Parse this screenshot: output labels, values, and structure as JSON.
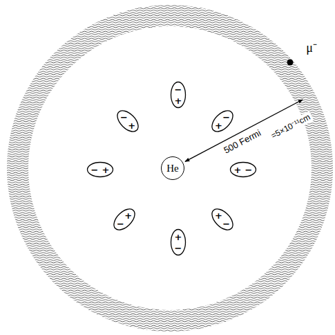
{
  "diagram": {
    "nodes": [
      {
        "text": [
          "−",
          "+"
        ]
      },
      {
        "text": [
          "−",
          "+"
        ]
      },
      {
        "text": [
          "−",
          "+"
        ]
      },
      {
        "text": [
          "−",
          "+"
        ]
      },
      {
        "text": [
          "He"
        ]
      },
      {
        "text": [
          "+",
          "−"
        ]
      },
      {
        "text": [
          "+",
          "−"
        ]
      },
      {
        "text": [
          "+",
          "−"
        ]
      },
      {
        "text": [
          "+",
          "−"
        ]
      }
    ],
    "labels": [
      "μ⁻",
      "500 Fermi",
      "=5×10⁻¹¹cm"
    ]
  }
}
